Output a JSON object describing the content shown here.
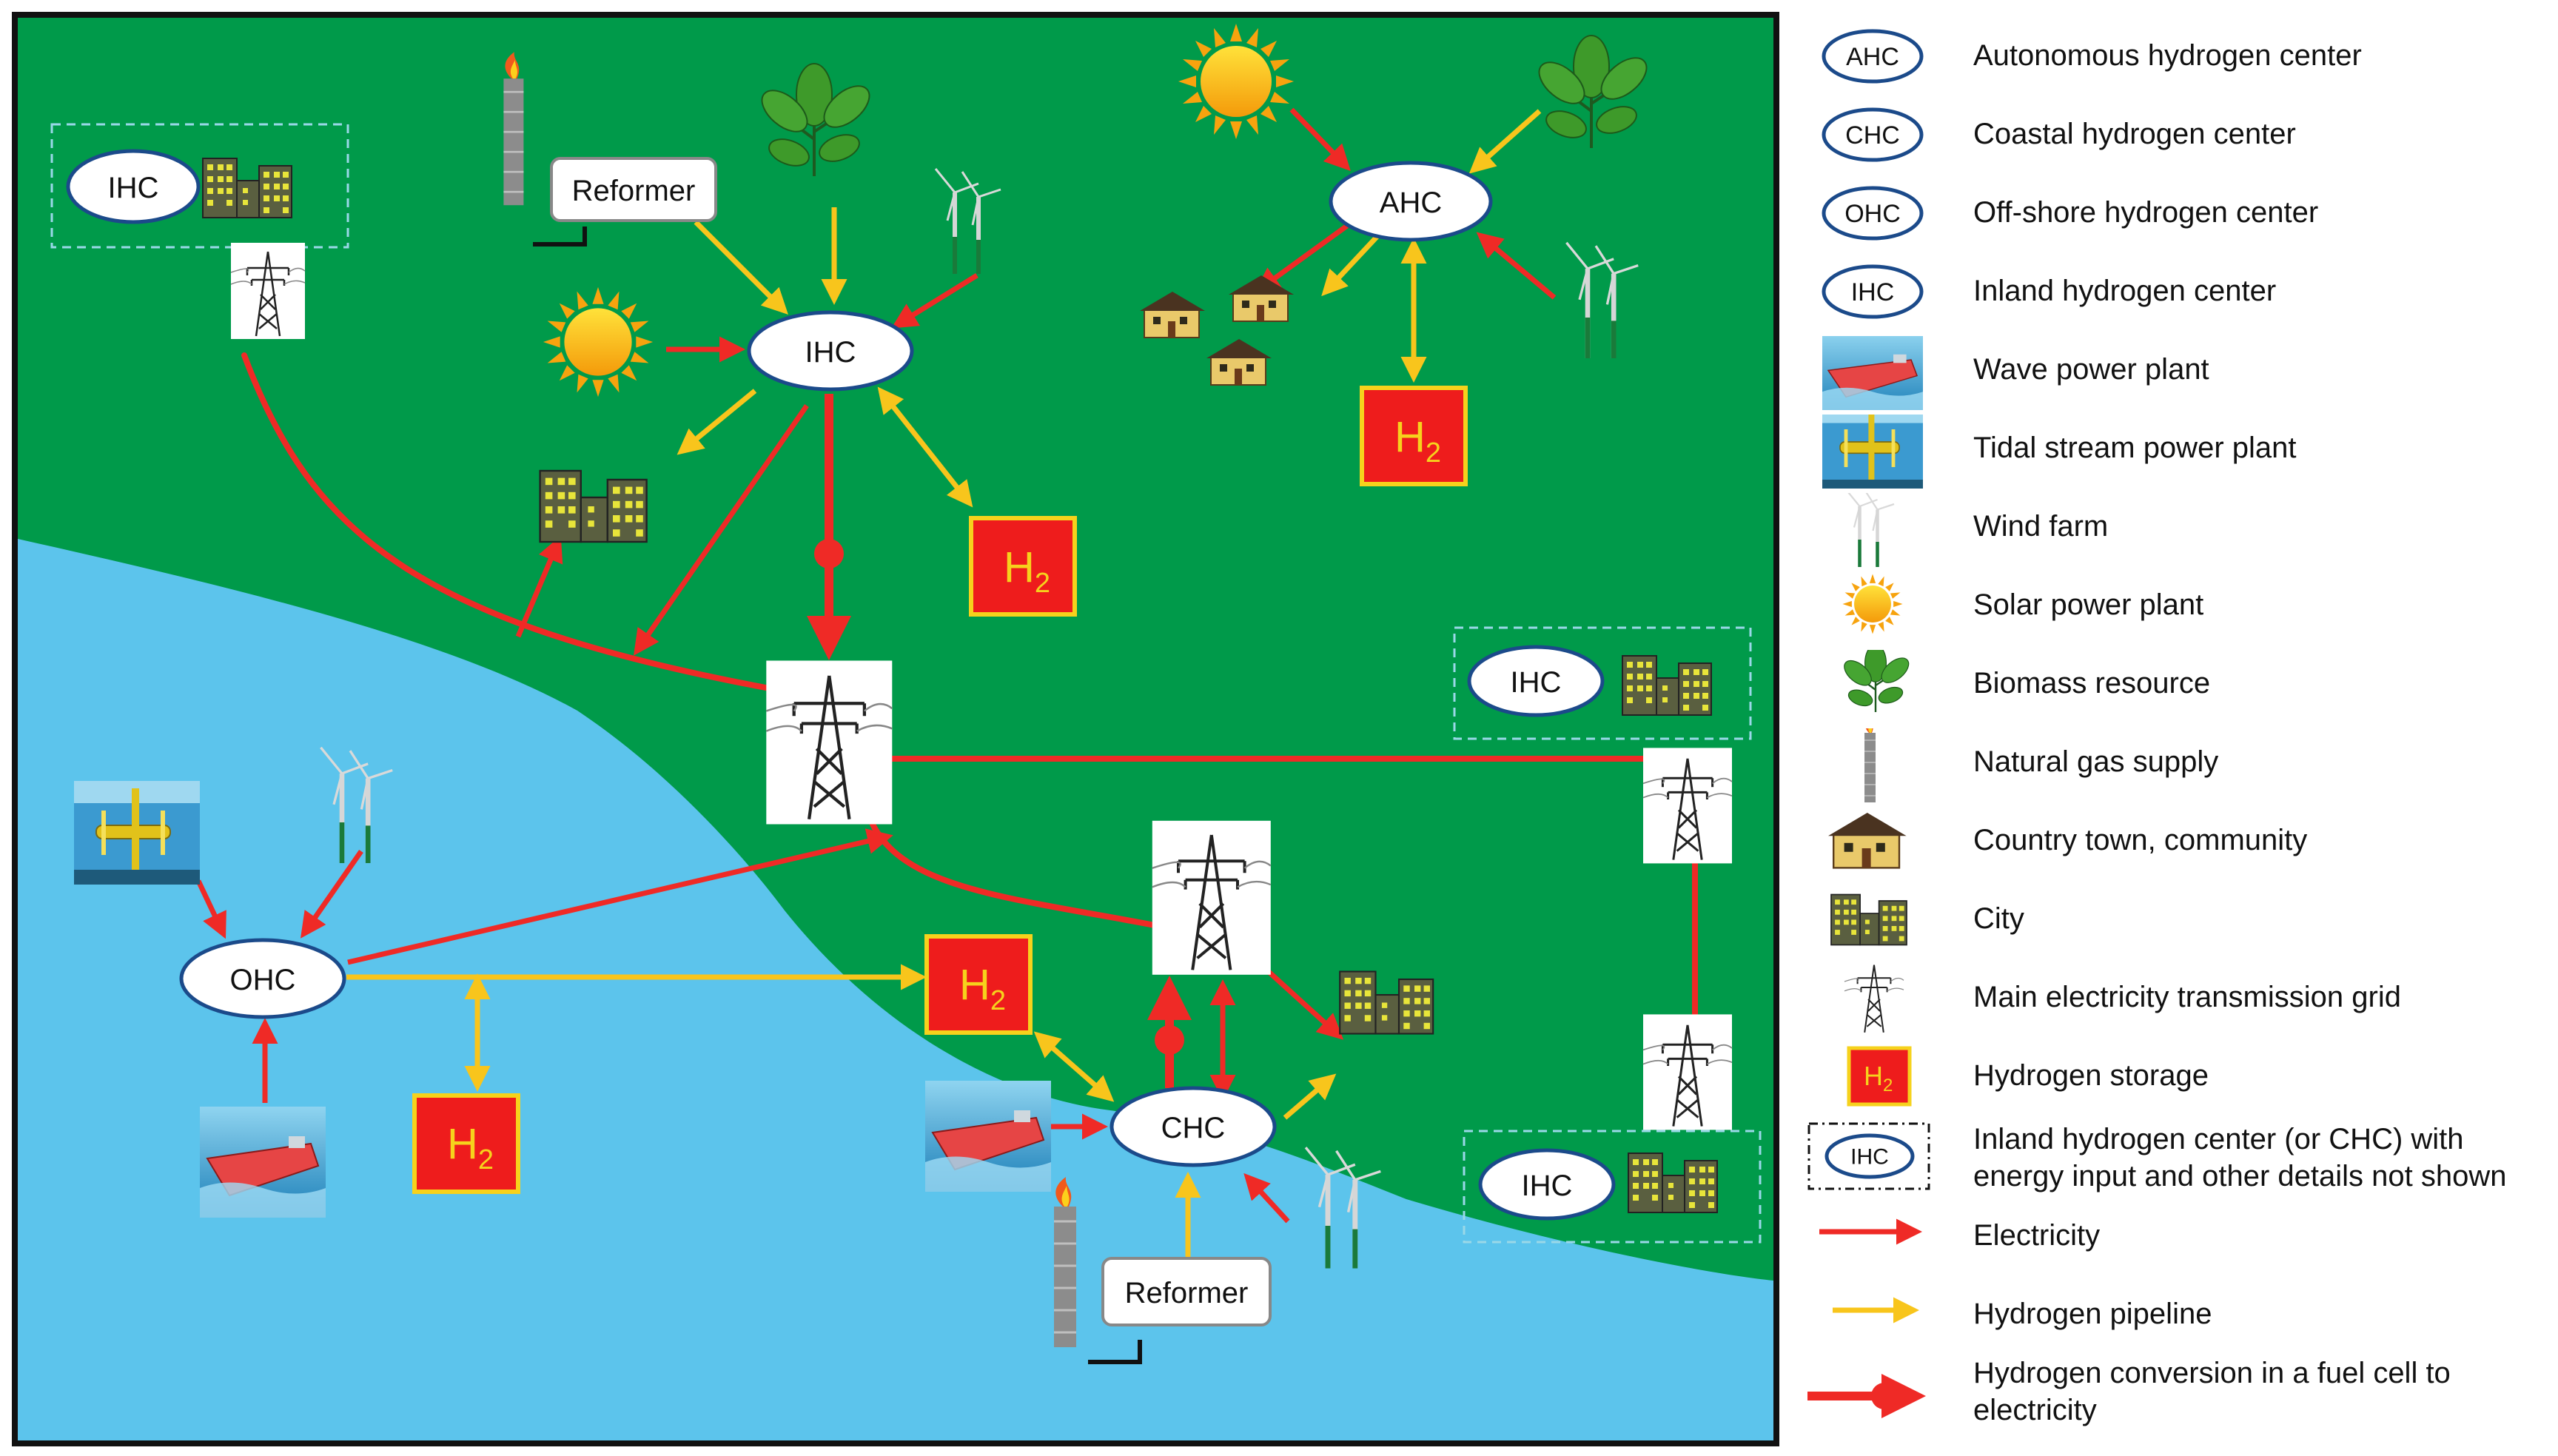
{
  "nodes": {
    "ihc_top_left": "IHC",
    "ihc_center": "IHC",
    "ihc_right_upper": "IHC",
    "ihc_right_lower": "IHC",
    "ahc": "AHC",
    "ohc": "OHC",
    "chc": "CHC",
    "reformer_top": "Reformer",
    "reformer_bottom": "Reformer",
    "h2_symbol": "H",
    "h2_subscript": "2"
  },
  "legend": {
    "items": [
      {
        "id": "ahc",
        "symbol_text": "AHC",
        "label": "Autonomous hydrogen center"
      },
      {
        "id": "chc",
        "symbol_text": "CHC",
        "label": "Coastal hydrogen center"
      },
      {
        "id": "ohc",
        "symbol_text": "OHC",
        "label": "Off-shore hydrogen center"
      },
      {
        "id": "ihc",
        "symbol_text": "IHC",
        "label": "Inland hydrogen center"
      },
      {
        "id": "wave",
        "label": "Wave power plant"
      },
      {
        "id": "tidal",
        "label": "Tidal stream power plant"
      },
      {
        "id": "wind",
        "label": "Wind farm"
      },
      {
        "id": "solar",
        "label": "Solar power plant"
      },
      {
        "id": "biomass",
        "label": "Biomass resource"
      },
      {
        "id": "gas",
        "label": "Natural gas supply"
      },
      {
        "id": "town",
        "label": "Country town, community"
      },
      {
        "id": "city",
        "label": "City"
      },
      {
        "id": "grid",
        "label": "Main electricity transmission grid"
      },
      {
        "id": "storage",
        "symbol_text": "H",
        "symbol_sub": "2",
        "label": "Hydrogen storage"
      },
      {
        "id": "ihc_boxed",
        "symbol_text": "IHC",
        "label": "Inland hydrogen center (or CHC) with energy input and other details not shown"
      },
      {
        "id": "electricity",
        "label": "Electricity"
      },
      {
        "id": "pipeline",
        "label": "Hydrogen pipeline"
      },
      {
        "id": "fuelcell",
        "label": "Hydrogen conversion in a fuel cell to electricity"
      }
    ]
  },
  "colors": {
    "land": "#009a4a",
    "sea": "#5cc4ec",
    "electricity": "#ef2a26",
    "hydrogen": "#f8c51c",
    "storage_fill": "#ee1c1c",
    "storage_border": "#f6d21c",
    "node_border": "#1b4a8a",
    "frame": "#111111"
  }
}
